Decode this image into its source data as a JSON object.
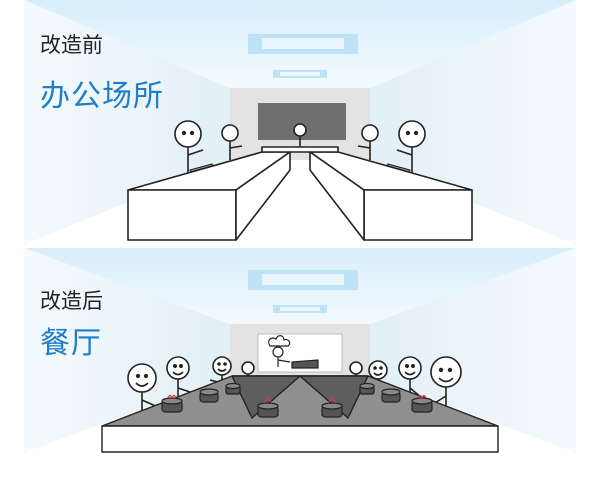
{
  "before": {
    "caption": "改造前",
    "title": "办公场所"
  },
  "after": {
    "caption": "改造后",
    "title": "餐厅"
  },
  "colors": {
    "accent_blue": "#1e7ec8",
    "ceiling_light": "#bfe2f6",
    "back_wall": "#e3e3e3",
    "screen_dark": "#6f6f6f",
    "whiteboard": "#ffffff",
    "hotpot_table": "#8f8f8f"
  },
  "icons": [
    "ceiling-light-icon",
    "person-icon",
    "chef-icon",
    "hotpot-icon",
    "laptop-icon"
  ]
}
